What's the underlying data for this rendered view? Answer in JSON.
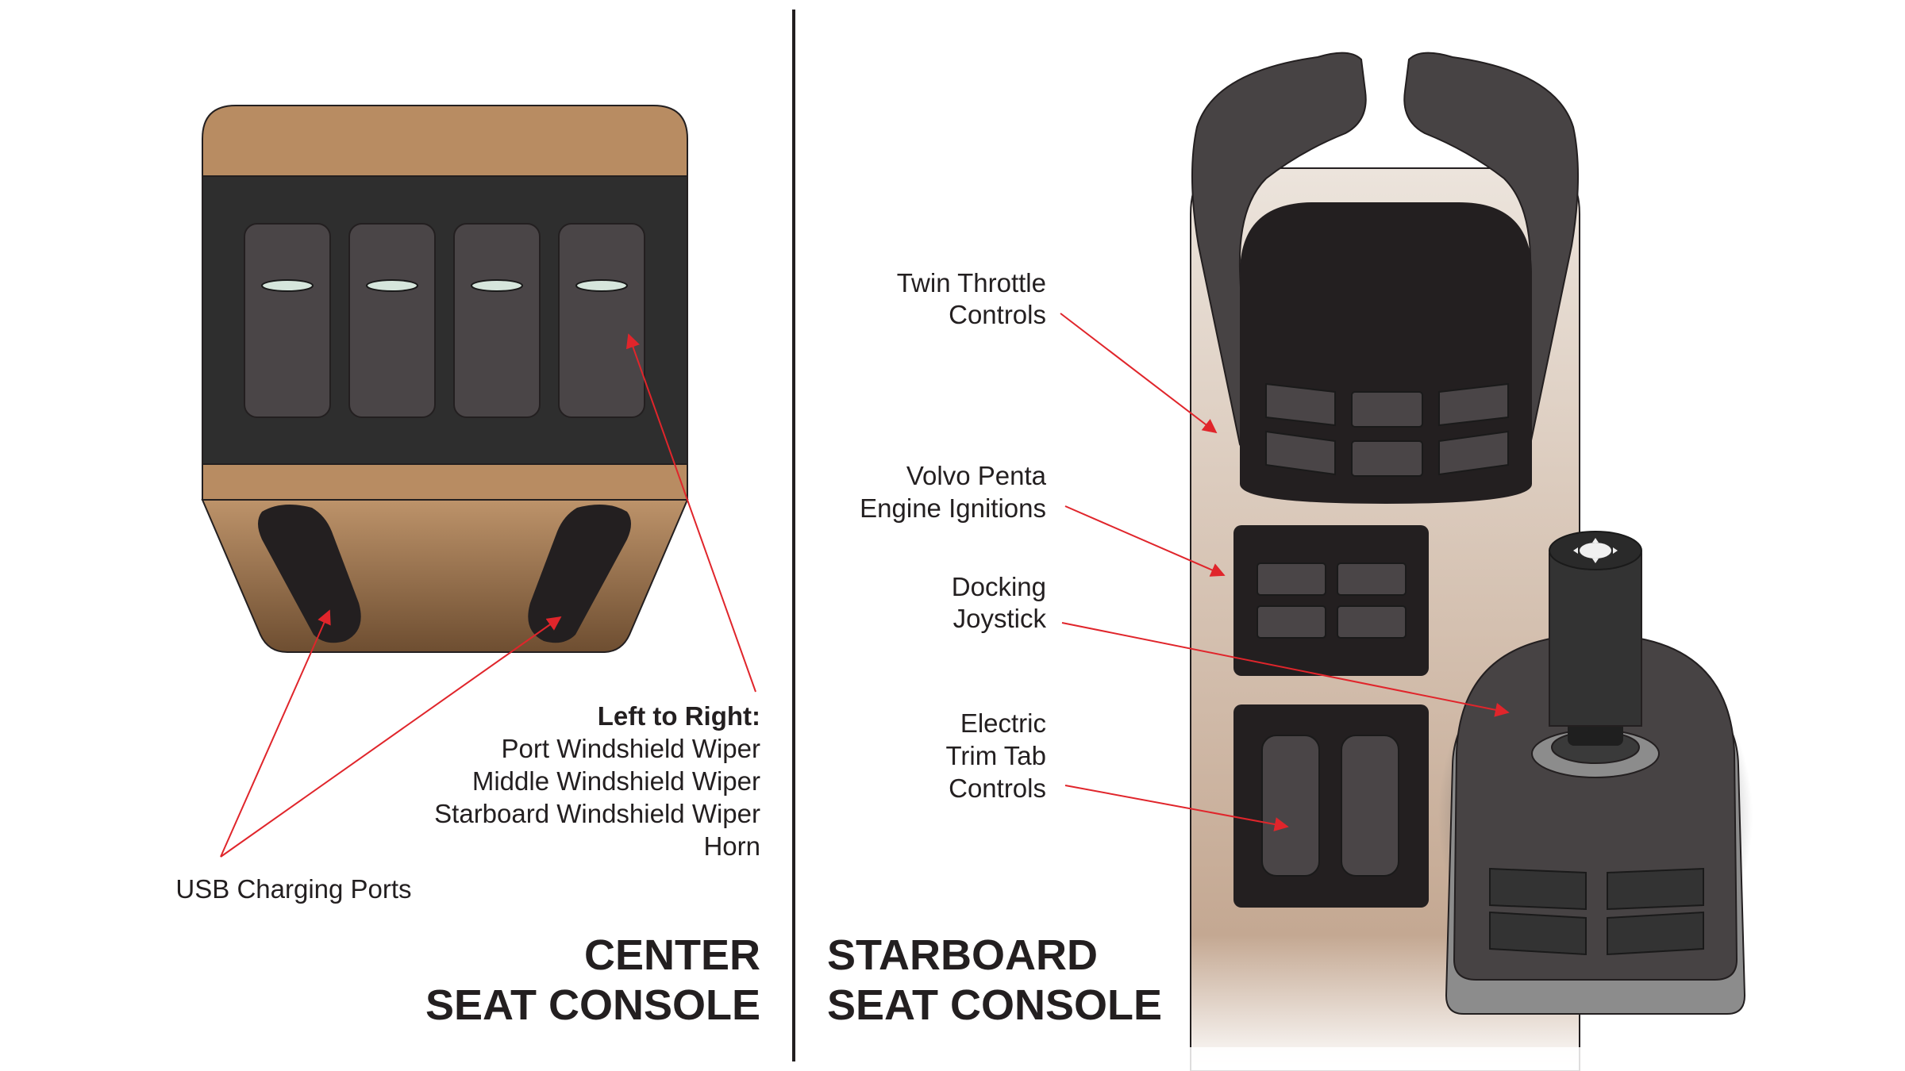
{
  "center_console": {
    "title_line1": "CENTER",
    "title_line2": "SEAT CONSOLE",
    "switch_label_heading": "Left to Right:",
    "switch_labels": [
      "Port Windshield Wiper",
      "Middle Windshield Wiper",
      "Starboard Windshield Wiper",
      "Horn"
    ],
    "usb_label": "USB Charging Ports"
  },
  "starboard_console": {
    "title_line1": "STARBOARD",
    "title_line2": "SEAT CONSOLE",
    "throttle_label": [
      "Twin Throttle",
      "Controls"
    ],
    "ignition_label": [
      "Volvo Penta",
      "Engine Ignitions"
    ],
    "joystick_label": [
      "Docking",
      "Joystick"
    ],
    "trim_label": [
      "Electric",
      "Trim Tab",
      "Controls"
    ]
  },
  "colors": {
    "leader_line": "#e0252b",
    "console_tan": "#b88c62",
    "panel_dark": "#2e2e2e",
    "switch_face": "#4a4547",
    "indicator": "#d6e6dc"
  }
}
